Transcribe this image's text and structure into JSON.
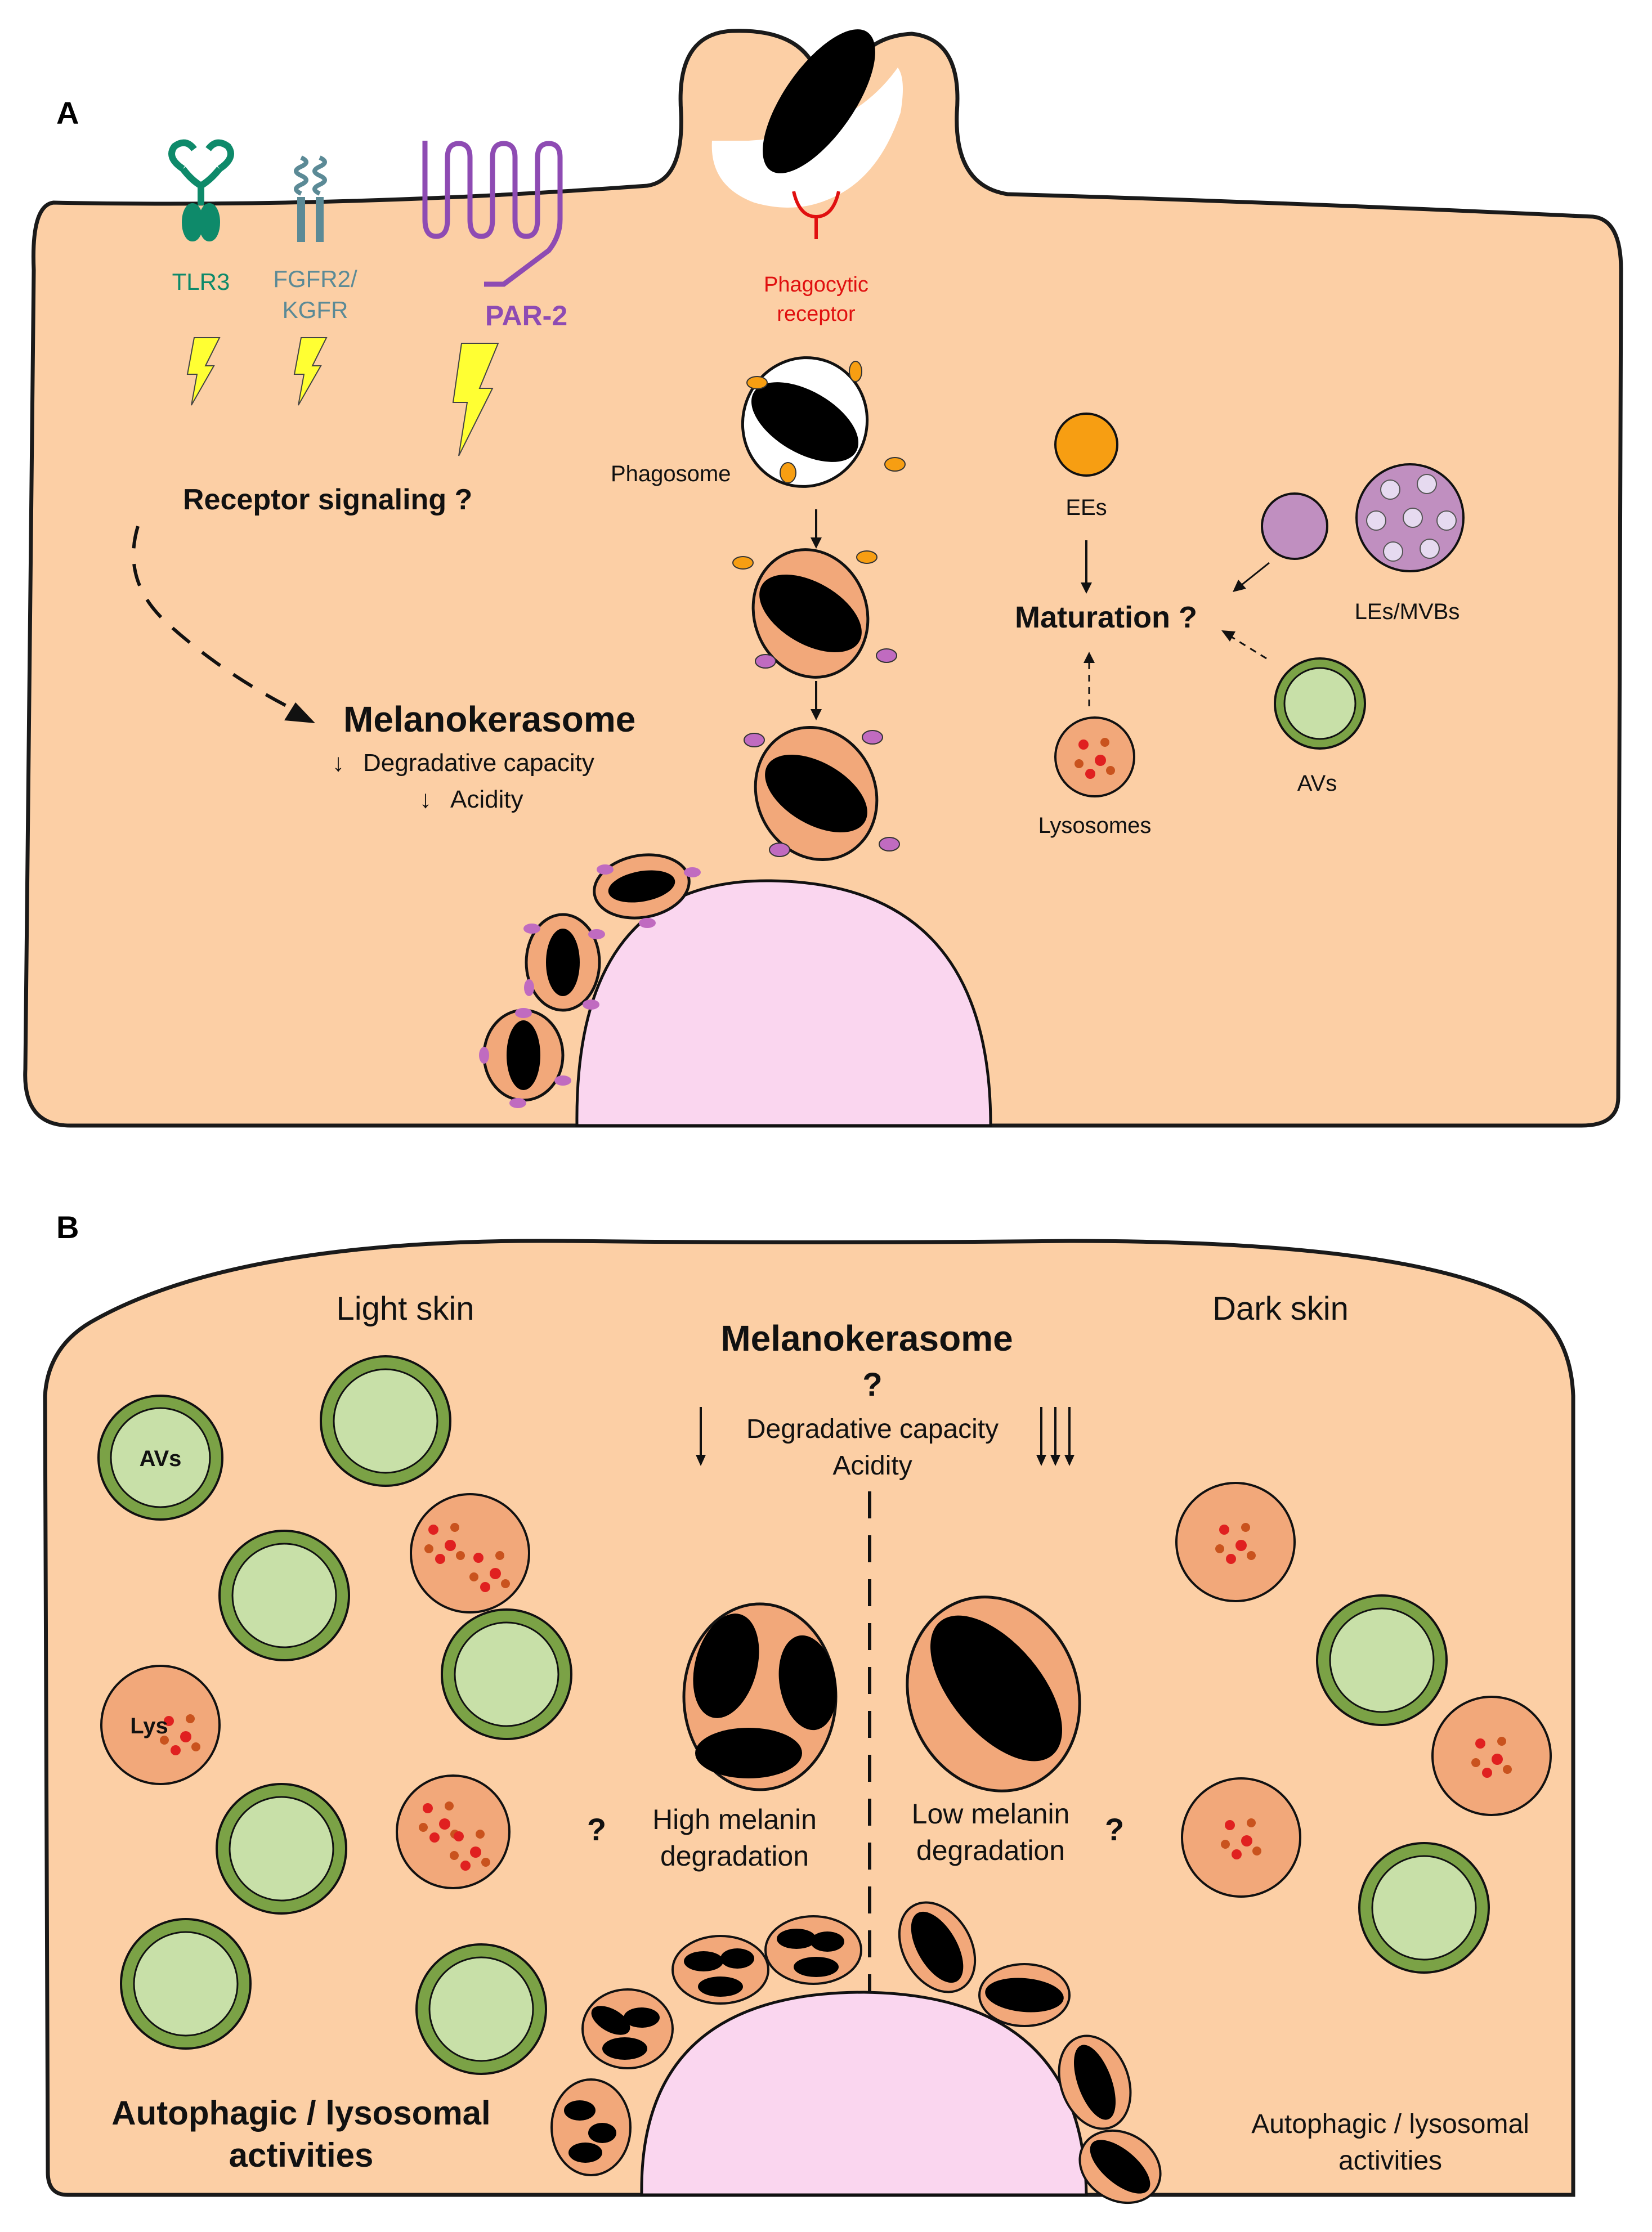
{
  "panel_a": {
    "letter": "A",
    "receptors": {
      "tlr3": "TLR3",
      "fgfr2_line1": "FGFR2/",
      "fgfr2_line2": "KGFR",
      "par2": "PAR-2"
    },
    "phagocytic_receptor_line1": "Phagocytic",
    "phagocytic_receptor_line2": "receptor",
    "phagosome": "Phagosome",
    "receptor_signaling": "Receptor signaling ?",
    "melanokerasome": "Melanokerasome",
    "degradative_capacity": "Degradative capacity",
    "acidity": "Acidity",
    "ees": "EEs",
    "maturation": "Maturation ?",
    "les_mvbs": "LEs/MVBs",
    "avs": "AVs",
    "lysosomes": "Lysosomes"
  },
  "panel_b": {
    "letter": "B",
    "light_skin": "Light skin",
    "dark_skin": "Dark skin",
    "melanokerasome": "Melanokerasome",
    "question": "?",
    "degradative_capacity": "Degradative capacity",
    "acidity": "Acidity",
    "avs_label": "AVs",
    "lys_label": "Lys",
    "high_line1": "High melanin",
    "high_line2": "degradation",
    "low_line1": "Low melanin",
    "low_line2": "degradation",
    "left_q": "?",
    "right_q": "?",
    "auto_left_line1": "Autophagic / lysosomal",
    "auto_left_line2": "activities",
    "auto_right_line1": "Autophagic / lysosomal",
    "auto_right_line2": "activities"
  },
  "colors": {
    "cytoplasm": "#FCCFA5",
    "nucleus": "#FAD6EF",
    "melanin": "#000000",
    "vesicle": "#F2A87A",
    "av_fill": "#C8E0A8",
    "av_ring": "#7BA246",
    "early_endosome": "#F79E12",
    "late_endosome": "#C08FC0",
    "tlr3": "#0E8A6A",
    "fgfr2": "#5B8A96",
    "par2": "#8E4BB3",
    "phagocytic_receptor": "#E01010",
    "lightning": "#FFFF33"
  }
}
